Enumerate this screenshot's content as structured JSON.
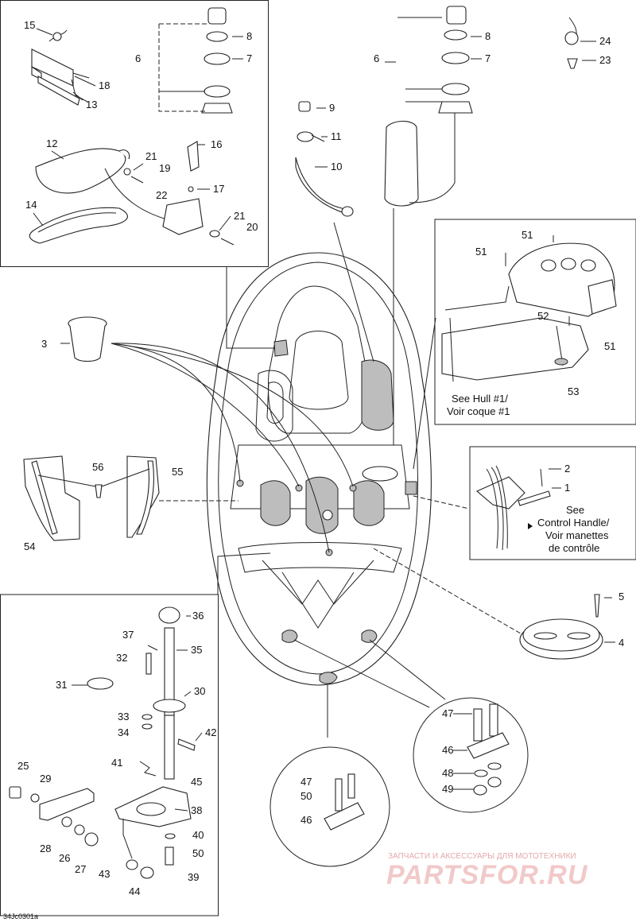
{
  "callouts": {
    "n1": "1",
    "n2": "2",
    "n3": "3",
    "n4": "4",
    "n5": "5",
    "n6a": "6",
    "n6b": "6",
    "n7a": "7",
    "n7b": "7",
    "n8a": "8",
    "n8b": "8",
    "n9": "9",
    "n10": "10",
    "n11": "11",
    "n12": "12",
    "n13": "13",
    "n14": "14",
    "n15": "15",
    "n16": "16",
    "n17": "17",
    "n18": "18",
    "n19": "19",
    "n20": "20",
    "n21a": "21",
    "n21b": "21",
    "n22": "22",
    "n23": "23",
    "n24": "24",
    "n25": "25",
    "n26": "26",
    "n27": "27",
    "n28": "28",
    "n29": "29",
    "n30": "30",
    "n31": "31",
    "n32": "32",
    "n33": "33",
    "n34": "34",
    "n35": "35",
    "n36": "36",
    "n37": "37",
    "n38": "38",
    "n39": "39",
    "n40": "40",
    "n41": "41",
    "n42": "42",
    "n43": "43",
    "n44": "44",
    "n45": "45",
    "n46a": "46",
    "n46b": "46",
    "n47a": "47",
    "n47b": "47",
    "n48": "48",
    "n49": "49",
    "n50a": "50",
    "n50b": "50",
    "n51a": "51",
    "n51b": "51",
    "n51c": "51",
    "n52": "52",
    "n53": "53",
    "n54": "54",
    "n55": "55",
    "n56": "56"
  },
  "notes": {
    "hull_line1": "See Hull #1/",
    "hull_line2": "Voir coque #1",
    "handle_line1": "See",
    "handle_line2": "Control Handle/",
    "handle_line3": "Voir manettes",
    "handle_line4": "de contrôle"
  },
  "drawing_code": "34Jc0301a",
  "watermark": {
    "tagline": "ЗАПЧАСТИ И АКСЕССУАРЫ ДЛЯ МОТОТЕХНИКИ",
    "brand": "PARTSFOR.RU",
    "color": "#e2a0a0"
  }
}
